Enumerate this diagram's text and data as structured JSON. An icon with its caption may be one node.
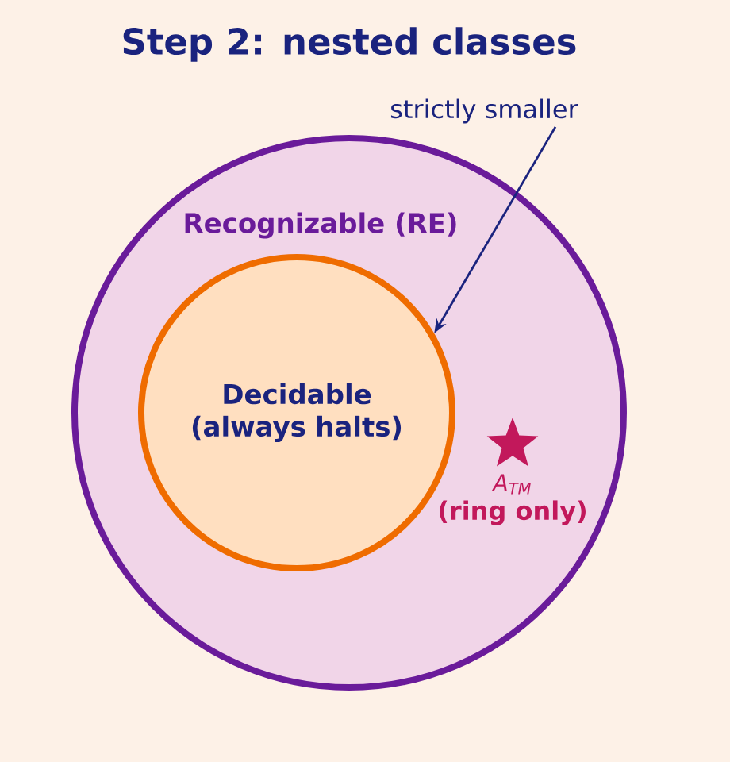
{
  "diagram": {
    "title": "Step 2: nested classes",
    "nodes": [
      {
        "text": [
          "Recognizable (RE)"
        ]
      },
      {
        "text": [
          "Decidable (always halts)"
        ],
        "in": 0
      },
      {
        "text": [
          "strictly smaller"
        ]
      },
      {
        "text": [],
        "shape": "star",
        "in": 0,
        "beside": [
          "A$_{TM}$",
          "(ring only)"
        ]
      }
    ],
    "edges": [
      {
        "from": 2,
        "to": 1,
        "arrow": "to"
      }
    ]
  }
}
